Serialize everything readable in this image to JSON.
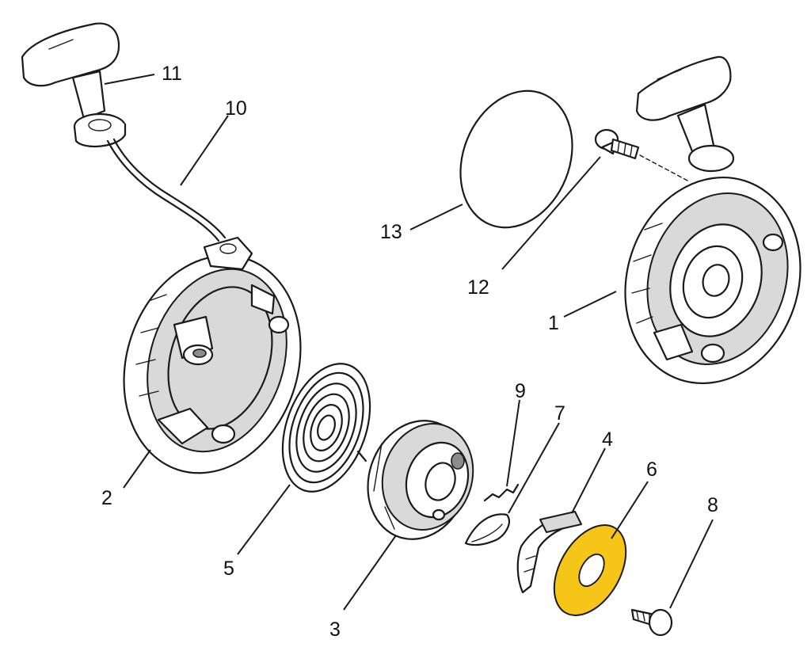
{
  "diagram": {
    "highlight_color": "#f5c518",
    "line_color": "#1a1a1a",
    "parts": [
      {
        "id": "1",
        "label": "1"
      },
      {
        "id": "2",
        "label": "2"
      },
      {
        "id": "3",
        "label": "3"
      },
      {
        "id": "4",
        "label": "4"
      },
      {
        "id": "5",
        "label": "5"
      },
      {
        "id": "6",
        "label": "6",
        "highlighted": true
      },
      {
        "id": "7",
        "label": "7"
      },
      {
        "id": "8",
        "label": "8"
      },
      {
        "id": "9",
        "label": "9"
      },
      {
        "id": "10",
        "label": "10"
      },
      {
        "id": "11",
        "label": "11"
      },
      {
        "id": "12",
        "label": "12"
      },
      {
        "id": "13",
        "label": "13"
      }
    ]
  }
}
